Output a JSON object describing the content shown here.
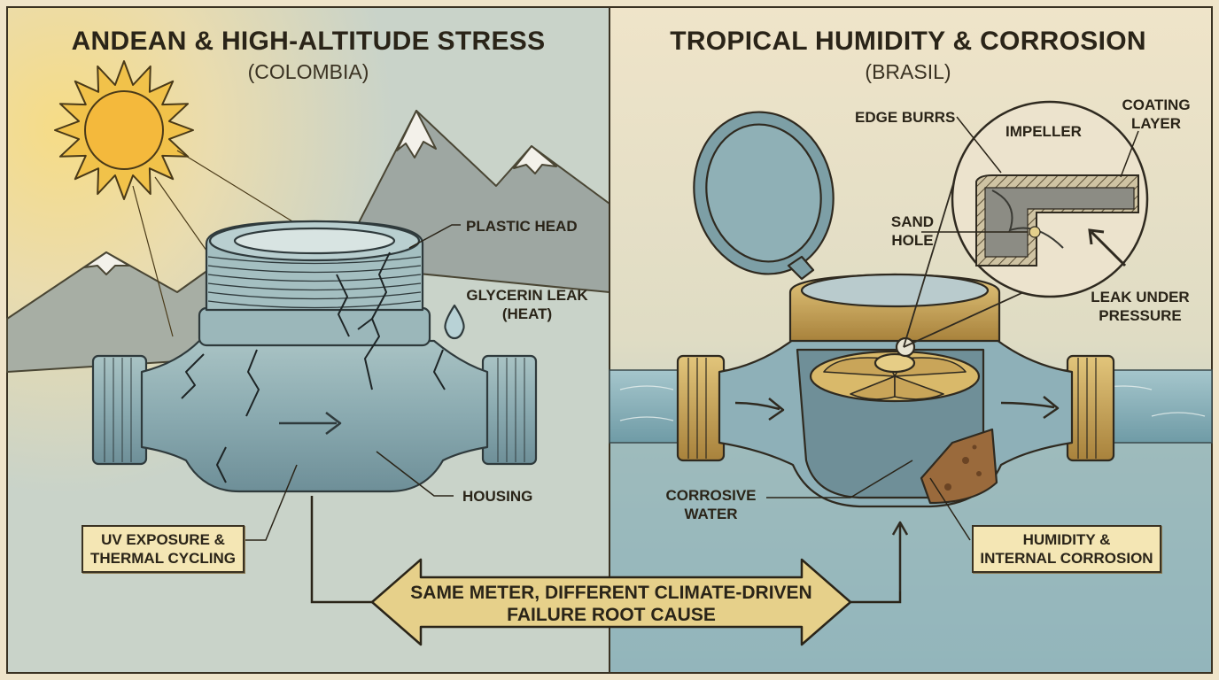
{
  "left_panel": {
    "title": "ANDEAN & HIGH-ALTITUDE STRESS",
    "subtitle": "(COLOMBIA)",
    "labels": {
      "plastic_head": "PLASTIC HEAD",
      "glycerin_leak_line1": "GLYCERIN LEAK",
      "glycerin_leak_line2": "(HEAT)",
      "housing": "HOUSING",
      "uv_line1": "UV EXPOSURE &",
      "uv_line2": "THERMAL CYCLING"
    }
  },
  "right_panel": {
    "title": "TROPICAL HUMIDITY & CORROSION",
    "subtitle": "(BRASIL)",
    "labels": {
      "edge_burrs": "EDGE BURRS",
      "impeller": "IMPELLER",
      "coating_line1": "COATING",
      "coating_line2": "LAYER",
      "sand_line1": "SAND",
      "sand_line2": "HOLE",
      "leak_line1": "LEAK UNDER",
      "leak_line2": "PRESSURE",
      "corrosive_line1": "CORROSIVE",
      "corrosive_line2": "WATER",
      "humidity_line1": "HUMIDITY &",
      "humidity_line2": "INTERNAL CORROSION"
    }
  },
  "banner": {
    "line1": "SAME METER, DIFFERENT CLIMATE-DRIVEN",
    "line2": "FAILURE ROOT CAUSE"
  },
  "colors": {
    "ink": "#2a2418",
    "metal_blue": "#8fb0b6",
    "brass": "#c9a559",
    "rust": "#8a5a34",
    "water": "#7fa9b4",
    "label_box": "#f4e6b4"
  }
}
